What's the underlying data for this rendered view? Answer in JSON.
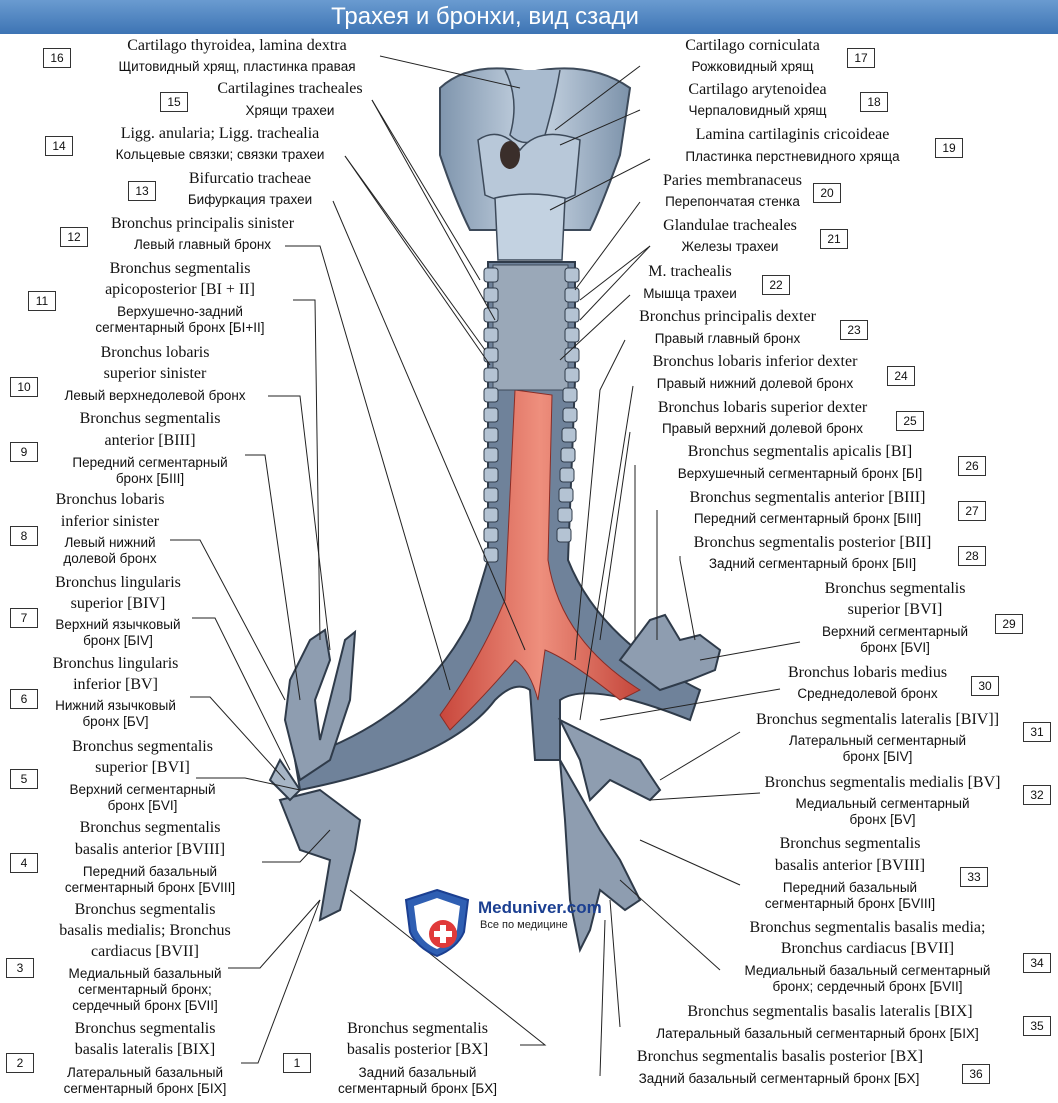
{
  "title": "Трахея и бронхи, вид сзади",
  "logo": {
    "name": "Meduniver.com",
    "tagline": "Все по медицине"
  },
  "labels": [
    {
      "n": "16",
      "lat": "Cartilago thyroidea, lamina dextra",
      "ru": "Щитовидный хрящ, пластинка правая"
    },
    {
      "n": "15",
      "lat": "Cartilagines tracheales",
      "ru": "Хрящи трахеи"
    },
    {
      "n": "14",
      "lat": "Ligg. anularia; Ligg. trachealia",
      "ru": "Кольцевые связки; связки трахеи"
    },
    {
      "n": "13",
      "lat": "Bifurcatio tracheae",
      "ru": "Бифуркация трахеи"
    },
    {
      "n": "12",
      "lat": "Bronchus principalis sinister",
      "ru": "Левый главный бронх"
    },
    {
      "n": "11",
      "lat": [
        "Bronchus segmentalis",
        "apicoposterior [BI + II]"
      ],
      "ru": [
        "Верхушечно-задний",
        "сегментарный бронх [БI+II]"
      ]
    },
    {
      "n": "10",
      "lat": [
        "Bronchus lobaris",
        "superior sinister"
      ],
      "ru": "Левый верхнедолевой бронх"
    },
    {
      "n": "9",
      "lat": [
        "Bronchus segmentalis",
        "anterior [BIII]"
      ],
      "ru": [
        "Передний сегментарный",
        "бронх [БIII]"
      ]
    },
    {
      "n": "8",
      "lat": [
        "Bronchus lobaris",
        "inferior sinister"
      ],
      "ru": [
        "Левый нижний",
        "долевой бронх"
      ]
    },
    {
      "n": "7",
      "lat": [
        "Bronchus lingularis",
        "superior [BIV]"
      ],
      "ru": [
        "Верхний язычковый",
        "бронх [БIV]"
      ]
    },
    {
      "n": "6",
      "lat": [
        "Bronchus lingularis",
        "inferior [BV]"
      ],
      "ru": [
        "Нижний язычковый",
        "бронх [БV]"
      ]
    },
    {
      "n": "5",
      "lat": [
        "Bronchus segmentalis",
        "superior [BVI]"
      ],
      "ru": [
        "Верхний сегментарный",
        "бронх [БVI]"
      ]
    },
    {
      "n": "4",
      "lat": [
        "Bronchus segmentalis",
        "basalis anterior [BVIII]"
      ],
      "ru": [
        "Передний базальный",
        "сегментарный бронх [БVIII]"
      ]
    },
    {
      "n": "3",
      "lat": [
        "Bronchus segmentalis",
        "basalis medialis; Bronchus",
        "cardiacus [BVII]"
      ],
      "ru": [
        "Медиальный базальный",
        "сегментарный бронх;",
        "сердечный бронх [БVII]"
      ]
    },
    {
      "n": "2",
      "lat": [
        "Bronchus segmentalis",
        "basalis lateralis [BIX]"
      ],
      "ru": [
        "Латеральный базальный",
        "сегментарный бронх [БIX]"
      ]
    },
    {
      "n": "1",
      "lat": [
        "Bronchus segmentalis",
        "basalis posterior [BX]"
      ],
      "ru": [
        "Задний базальный",
        "сегментарный бронх [БX]"
      ]
    },
    {
      "n": "17",
      "lat": "Cartilago corniculata",
      "ru": "Рожковидный хрящ"
    },
    {
      "n": "18",
      "lat": "Cartilago arytenoidea",
      "ru": "Черпаловидный хрящ"
    },
    {
      "n": "19",
      "lat": "Lamina cartilaginis cricoideae",
      "ru": "Пластинка перстневидного хряща"
    },
    {
      "n": "20",
      "lat": "Paries membranaceus",
      "ru": "Перепончатая стенка"
    },
    {
      "n": "21",
      "lat": "Glandulae tracheales",
      "ru": "Железы трахеи"
    },
    {
      "n": "22",
      "lat": "M. trachealis",
      "ru": "Мышца трахеи"
    },
    {
      "n": "23",
      "lat": "Bronchus principalis dexter",
      "ru": "Правый главный бронх"
    },
    {
      "n": "24",
      "lat": "Bronchus lobaris inferior dexter",
      "ru": "Правый нижний долевой бронх"
    },
    {
      "n": "25",
      "lat": "Bronchus lobaris superior dexter",
      "ru": "Правый верхний долевой бронх"
    },
    {
      "n": "26",
      "lat": "Bronchus segmentalis apicalis [BI]",
      "ru": "Верхушечный сегментарный бронх [БI]"
    },
    {
      "n": "27",
      "lat": "Bronchus segmentalis anterior [BIII]",
      "ru": "Передний сегментарный бронх [БIII]"
    },
    {
      "n": "28",
      "lat": "Bronchus segmentalis posterior [BII]",
      "ru": "Задний сегментарный бронх [БII]"
    },
    {
      "n": "29",
      "lat": [
        "Bronchus segmentalis",
        "superior [BVI]"
      ],
      "ru": [
        "Верхний сегментарный",
        "бронх [БVI]"
      ]
    },
    {
      "n": "30",
      "lat": "Bronchus lobaris medius",
      "ru": "Среднедолевой бронх"
    },
    {
      "n": "31",
      "lat": "Bronchus segmentalis lateralis [BIV]]",
      "ru": [
        "Латеральный сегментарный",
        "бронх [БIV]"
      ]
    },
    {
      "n": "32",
      "lat": "Bronchus segmentalis medialis [BV]",
      "ru": [
        "Медиальный сегментарный",
        "бронх [БV]"
      ]
    },
    {
      "n": "33",
      "lat": [
        "Bronchus segmentalis",
        "basalis anterior [BVIII]"
      ],
      "ru": [
        "Передний базальный",
        "сегментарный бронх [БVIII]"
      ]
    },
    {
      "n": "34",
      "lat": [
        "Bronchus segmentalis basalis media;",
        "Bronchus cardiacus [BVII]"
      ],
      "ru": [
        "Медиальный базальный сегментарный",
        "бронх; сердечный бронх [БVII]"
      ]
    },
    {
      "n": "35",
      "lat": "Bronchus segmentalis basalis lateralis [BIX]",
      "ru": "Латеральный базальный сегментарный бронх [БIX]"
    },
    {
      "n": "36",
      "lat": "Bronchus segmentalis basalis posterior [BX]",
      "ru": "Задний базальный сегментарный бронх [БX]"
    }
  ]
}
